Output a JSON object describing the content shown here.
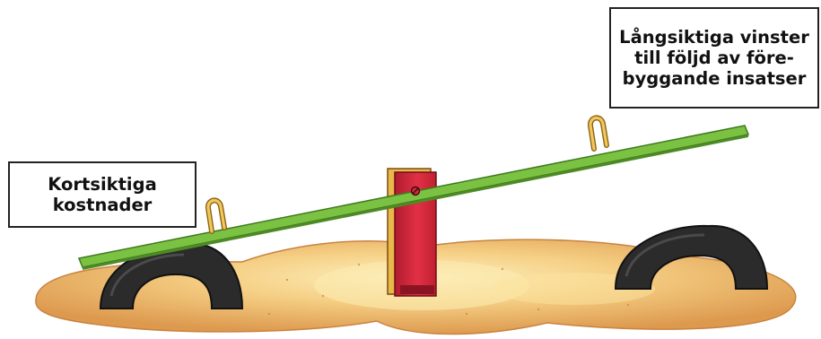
{
  "labels": {
    "short_term": {
      "lines": [
        "Kortsiktiga",
        "kostnader"
      ]
    },
    "long_term": {
      "lines": [
        "Långsiktiga vinster",
        "till följd av före-",
        "byggande insatser"
      ]
    }
  },
  "colors": {
    "plank": "#7cc242",
    "plank_dark": "#4e8a26",
    "post": "#d8283c",
    "post_dark": "#a5182a",
    "post_trim": "#e9b84a",
    "handle": "#e5b94e",
    "tire": "#2b2b2b",
    "sand": "#f0c27a",
    "sand_light": "#fbe6a8",
    "sand_dark": "#d98f45"
  },
  "icons": [
    "seesaw-illustration",
    "tire-icon",
    "handle-icon",
    "bolt-icon"
  ]
}
